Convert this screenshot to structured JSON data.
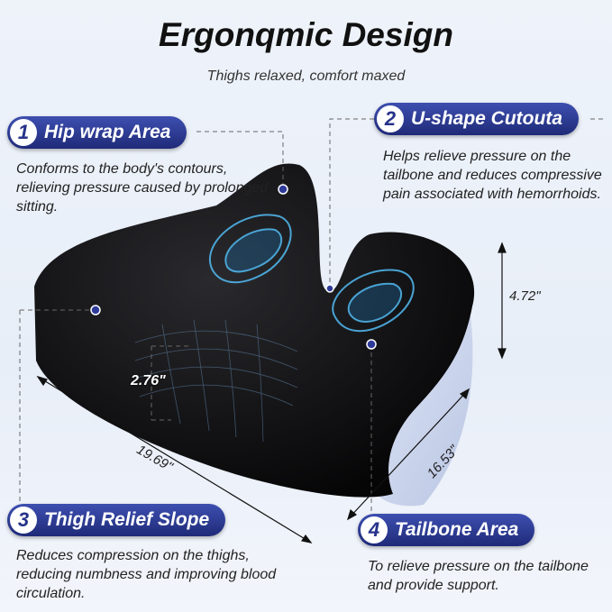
{
  "header": {
    "title": "Ergonqmic Design",
    "subtitle": "Thighs relaxed, comfort maxed"
  },
  "features": [
    {
      "number": "1",
      "title": "Hip wrap Area",
      "description": "Conforms to the body's contours, relieving pressure caused by prolonged sitting."
    },
    {
      "number": "2",
      "title": "U-shape Cutouta",
      "description": "Helps relieve pressure on the tailbone and reduces compressive pain associated with hemorrhoids."
    },
    {
      "number": "3",
      "title": "Thigh Relief Slope",
      "description": "Reduces compression on the thighs, reducing numbness and improving blood circulation."
    },
    {
      "number": "4",
      "title": "Tailbone Area",
      "description": "To relieve pressure on the tailbone and provide support."
    }
  ],
  "dimensions": {
    "height": "4.72\"",
    "slope": "2.76\"",
    "width": "19.69\"",
    "depth": "16.53\""
  },
  "colors": {
    "pill": "#26328a",
    "cushion": "#111111",
    "accent": "#4fb3e8"
  }
}
